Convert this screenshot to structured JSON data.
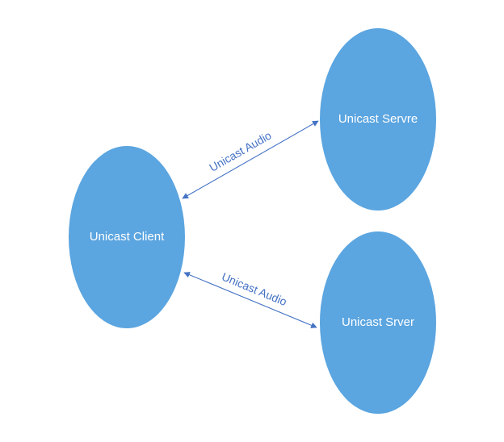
{
  "colors": {
    "node_fill": "#5ba5e0",
    "edge_color": "#4472c4",
    "label_color": "#ffffff"
  },
  "nodes": {
    "client": {
      "label": "Unicast Client"
    },
    "server_top": {
      "label": "Unicast Servre"
    },
    "server_bottom": {
      "label": "Unicast Srver"
    }
  },
  "edges": {
    "top": {
      "label": "Unicast Audio",
      "direction": "bidirectional"
    },
    "bottom": {
      "label": "Unicast Audio",
      "direction": "bidirectional"
    }
  }
}
